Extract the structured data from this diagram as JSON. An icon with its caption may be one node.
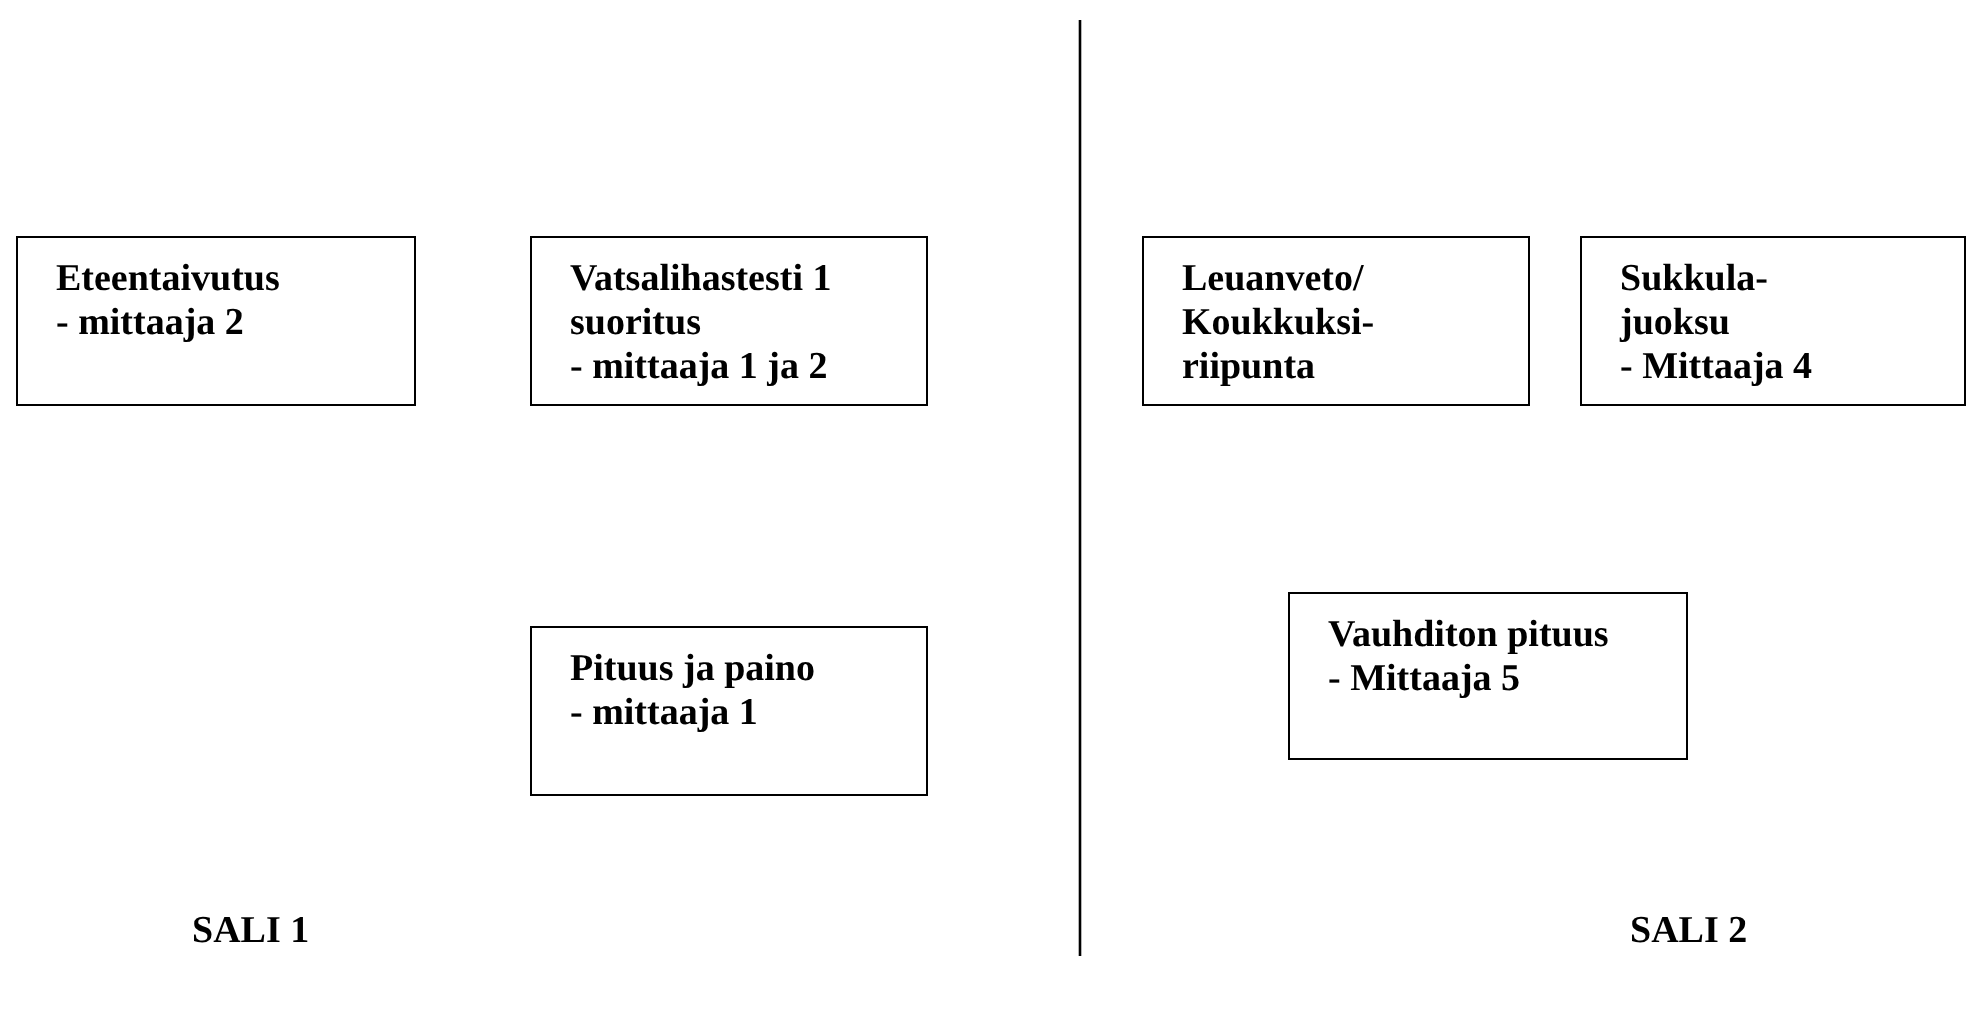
{
  "diagram": {
    "nodes": [
      {
        "text": [
          "Eteentaivutus",
          "- mittaaja 2"
        ]
      },
      {
        "text": [
          "Vatsalihastesti 1 suoritus",
          "- mittaaja 1 ja 2"
        ]
      },
      {
        "text": [
          "Pituus ja paino",
          "- mittaaja 1"
        ]
      },
      {
        "text": [
          "Leuanveto/ Koukkuksi- riipunta"
        ]
      },
      {
        "text": [
          "Sukkula- juoksu",
          "- Mittaaja 4"
        ]
      },
      {
        "text": [
          "Vauhditon pituus",
          "- Mittaaja 5"
        ]
      }
    ],
    "edges": [],
    "labels": [
      "SALI 1",
      "SALI 2"
    ]
  }
}
